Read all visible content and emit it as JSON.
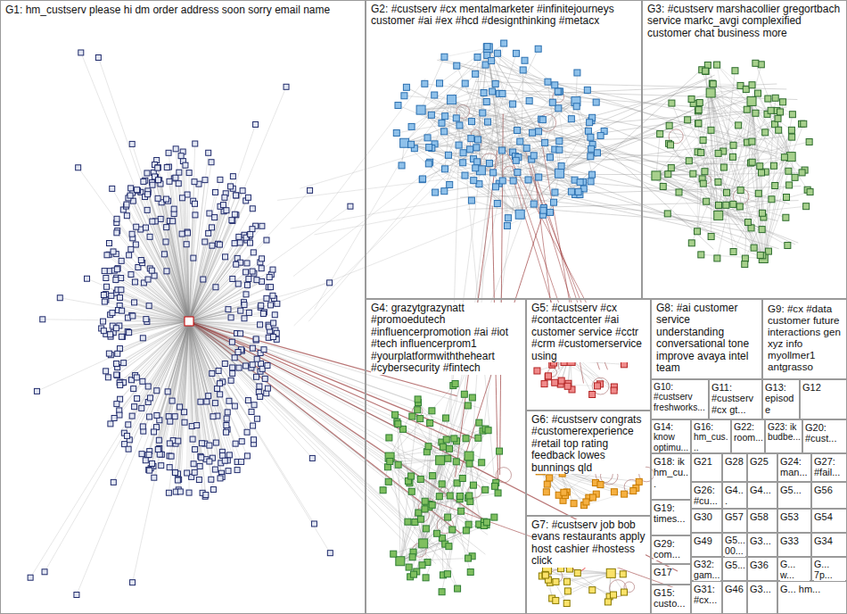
{
  "diagram": {
    "nodes": [
      {
        "text": [
          "G1: hm_custserv please hi dm order address soon sorry email name"
        ]
      },
      {
        "text": [
          "G2: #custserv #cx mentalmarketer #infinitejourneys customer #ai #ex #hcd #designthinking #metacx"
        ]
      },
      {
        "text": [
          "G3: #custserv marshacollier gregortbach service markc_avgi complexified customer chat business more"
        ]
      },
      {
        "text": [
          "G4: grazytgrazynatt #promoedutech #influencerpromotion #ai #iot #tech influencerprom1 #yourplatformwiththeheart #cybersecurity #fintech"
        ]
      },
      {
        "text": [
          "G5: #custserv #cx #contactcenter #ai customer service #cctr #crm #customerservice using"
        ]
      },
      {
        "text": [
          "G8: #ai customer service understanding conversational tone improve avaya intel team"
        ]
      },
      {
        "text": [
          "G9: #cx #data customer future interactions gen xyz info myollmer1 antgrasso"
        ]
      },
      {
        "text": [
          "G10: #custserv freshworks..."
        ]
      },
      {
        "text": [
          "G11: #custserv #cx gt..."
        ]
      },
      {
        "text": [
          "G13: episode"
        ]
      },
      {
        "text": [
          "G12"
        ]
      },
      {
        "text": [
          "G6: #custserv congrats #customerexperience #retail top rating feedback lowes bunnings qld"
        ]
      },
      {
        "text": [
          "G14: know optimu..."
        ]
      },
      {
        "text": [
          "G16: hm_cus..."
        ]
      },
      {
        "text": [
          "G22: room..."
        ]
      },
      {
        "text": [
          "G23: ik budbe..."
        ]
      },
      {
        "text": [
          "G20: #cust..."
        ]
      },
      {
        "text": [
          "G18: ik hm_cu..."
        ]
      },
      {
        "text": [
          "G21"
        ]
      },
      {
        "text": [
          "G28"
        ]
      },
      {
        "text": [
          "G25"
        ]
      },
      {
        "text": [
          "G24: man..."
        ]
      },
      {
        "text": [
          "G27: #fail..."
        ]
      },
      {
        "text": [
          "G26: #cu..."
        ]
      },
      {
        "text": [
          "G4..."
        ]
      },
      {
        "text": [
          "G4..."
        ]
      },
      {
        "text": [
          "G5..."
        ]
      },
      {
        "text": [
          "G56"
        ]
      },
      {
        "text": [
          "G19: times..."
        ]
      },
      {
        "text": [
          "G30"
        ]
      },
      {
        "text": [
          "G57"
        ]
      },
      {
        "text": [
          "G58"
        ]
      },
      {
        "text": [
          "G53"
        ]
      },
      {
        "text": [
          "G54"
        ]
      },
      {
        "text": [
          "G7: #custserv job bob evans restaurants apply host cashier #hostess click"
        ]
      },
      {
        "text": [
          "G29: com..."
        ]
      },
      {
        "text": [
          "G49"
        ]
      },
      {
        "text": [
          "G5... 00..."
        ]
      },
      {
        "text": [
          "G3..."
        ]
      },
      {
        "text": [
          "G33"
        ]
      },
      {
        "text": [
          "G34"
        ]
      },
      {
        "text": [
          "G32: gam..."
        ]
      },
      {
        "text": [
          "G5..."
        ]
      },
      {
        "text": [
          "G36"
        ]
      },
      {
        "text": [
          "G... w..."
        ]
      },
      {
        "text": [
          "G... 7p..."
        ]
      },
      {
        "text": [
          "G17"
        ]
      },
      {
        "text": [
          "G31: #cx..."
        ]
      },
      {
        "text": [
          "G46"
        ]
      },
      {
        "text": [
          "G3..."
        ]
      },
      {
        "text": [
          "G... hm..."
        ]
      },
      {
        "text": [
          "G15: custo..."
        ]
      }
    ]
  }
}
